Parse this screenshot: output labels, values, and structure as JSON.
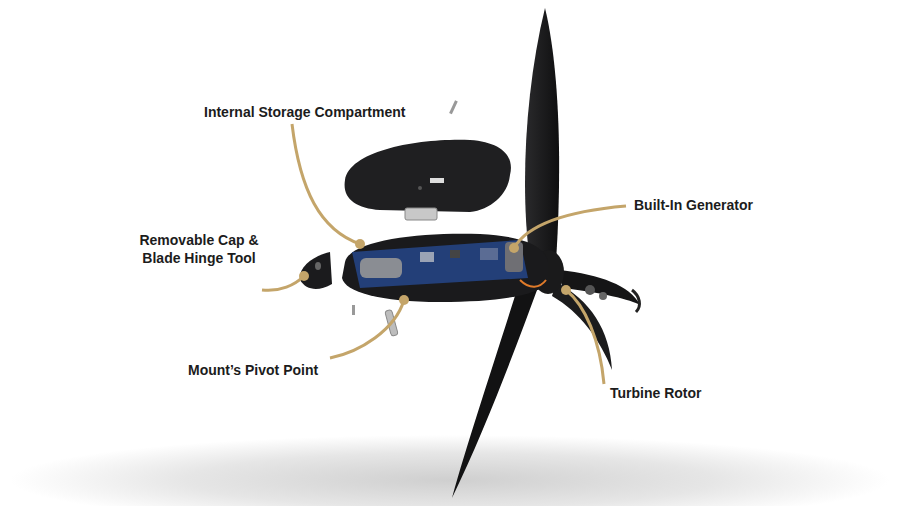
{
  "diagram": {
    "labels": [
      "Internal Storage Compartment",
      "Built-In Generator",
      "Removable Cap & Blade Hinge Tool",
      "Mount’s Pivot Point",
      "Turbine Rotor"
    ]
  }
}
